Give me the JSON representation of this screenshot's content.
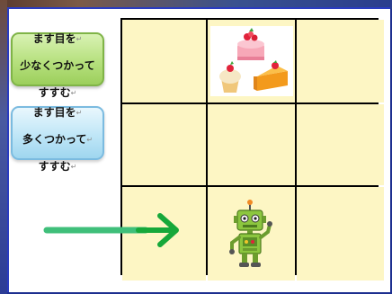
{
  "buttons": {
    "fewer_squares": {
      "lines": [
        "ます目を",
        "少なくつかって",
        "すすむ"
      ],
      "mark": "↵"
    },
    "more_squares": {
      "lines": [
        "ます目を",
        "多くつかって",
        "すすむ"
      ],
      "mark": "↵"
    }
  },
  "grid": {
    "rows": 3,
    "cols": 3,
    "goal": {
      "row": 1,
      "col": 2,
      "icon": "cake-icon"
    },
    "robot": {
      "row": 3,
      "col": 2,
      "icon": "robot-icon"
    },
    "entry_arrow": {
      "row": 3,
      "direction": "right",
      "icon": "arrow-right-icon"
    }
  },
  "colors": {
    "cell": "#fdf6c4",
    "grid_line": "#000000",
    "arrow": "#3fbf7a",
    "arrowhead": "#16a83a",
    "button_less": "#b6e07e",
    "button_more": "#bfe6f7",
    "frame": "#1d2f8f"
  }
}
